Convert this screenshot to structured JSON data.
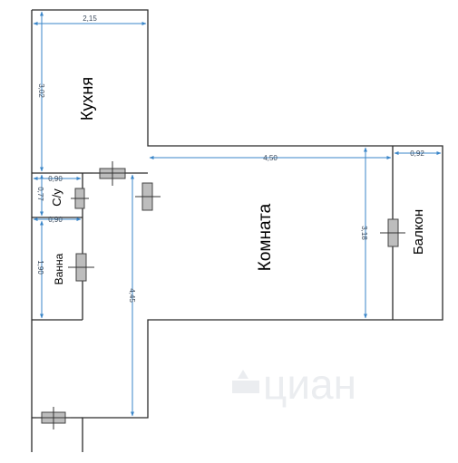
{
  "rooms": {
    "kitchen": "Кухня",
    "toilet": "С/у",
    "bath": "Ванна",
    "room": "Комната",
    "balcony": "Балкон"
  },
  "dimensions": {
    "kitchen_width": "2,15",
    "kitchen_height": "3,02",
    "toilet_width": "0,90",
    "toilet_height": "0,77",
    "bath_width": "0,90",
    "bath_height": "1,90",
    "corridor_length": "4,45",
    "room_width": "4,50",
    "room_height": "3,18",
    "balcony_width": "0,92"
  },
  "watermark": "циан",
  "colors": {
    "walls": "#2b2b2b",
    "dimension_lines": "#3a86c9",
    "door_fill": "#bdbdbd"
  }
}
